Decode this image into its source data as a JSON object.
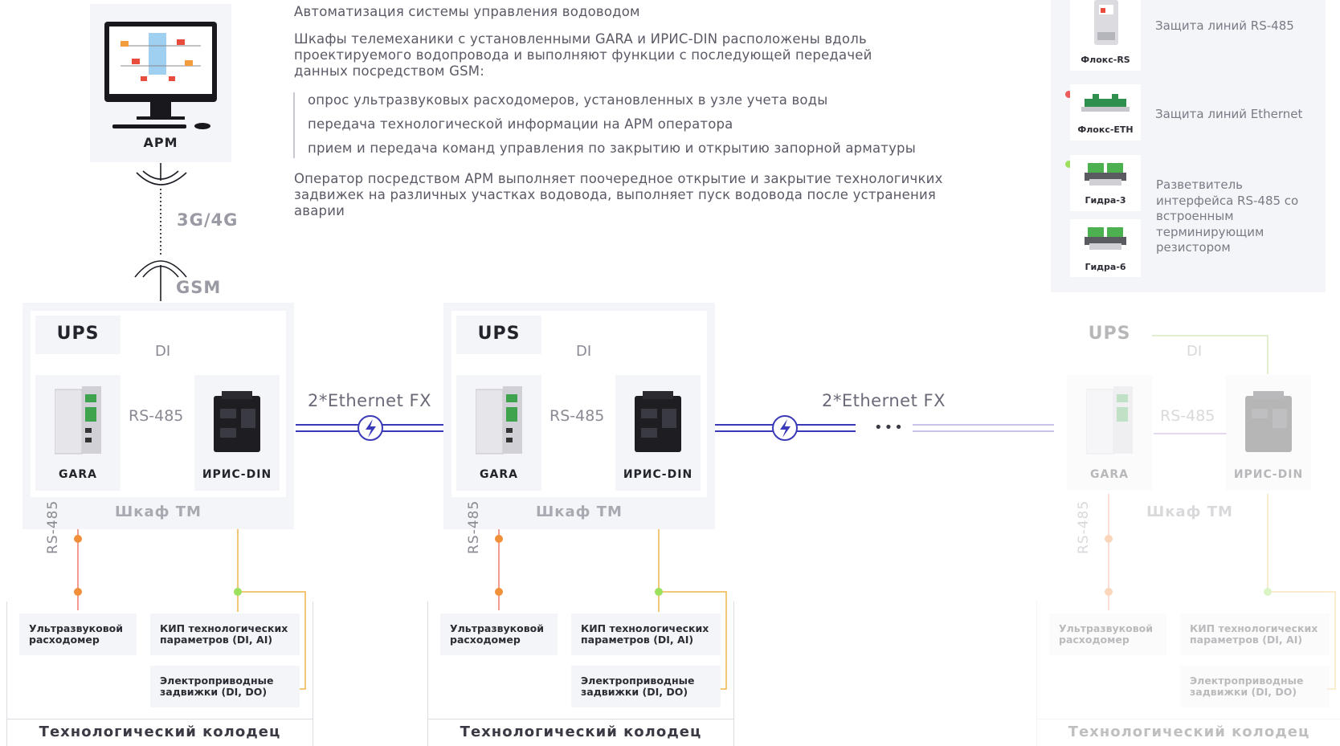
{
  "workstation": {
    "label": "АРМ"
  },
  "link": {
    "cell": "3G/4G",
    "gsm": "GSM"
  },
  "description": {
    "title": "Автоматизация системы управления водоводом",
    "para1": "Шкафы телемеханики с установленными GARA и ИРИС-DIN расположены вдоль проектируемого водопровода и выполняют функции с последующей передачей данных посредством GSM:",
    "bullets": [
      "опрос ультразвуковых расходомеров, установленных в узле учета воды",
      "передача технологической информации на АРМ оператора",
      "прием и передача команд управления по закрытию и открытию запорной арматуры"
    ],
    "para2": "Оператор посредством АРМ выполняет поочередное открытие и закрытие технологичких задвижек на различных участках водовода, выполняет пуск водовода после устранения аварии"
  },
  "legend": {
    "items": [
      {
        "device": "Флокс-RS",
        "text": "Защита линий RS-485"
      },
      {
        "device": "Флокс-ETH",
        "text": "Защита линий Ethernet"
      },
      {
        "device": "Гидра-3",
        "text": ""
      },
      {
        "device": "Гидра-6",
        "text": ""
      }
    ],
    "splitter_text": "Разветвитель интерфейса RS-485 со встроенным терминирующим резистором"
  },
  "cabinet": {
    "ups": "UPS",
    "di": "DI",
    "rs485": "RS-485",
    "gara": "GARA",
    "iris": "ИРИС-DIN",
    "title": "Шкаф ТМ",
    "rs485_vertical": "RS-485"
  },
  "well": {
    "flowmeter": "Ультразвуковой расходомер",
    "kip": "КИП технологических параметров (DI, AI)",
    "valves": "Электроприводные задвижки (DI, DO)",
    "title": "Технологический колодец"
  },
  "network": {
    "ethernet1": "2*Ethernet FX",
    "ethernet2": "2*Ethernet FX",
    "ellipsis": "•••"
  },
  "colors": {
    "green": "#7dc24b",
    "purple": "#a77fd4",
    "orange": "#f0b44a",
    "red": "#ee7a6c",
    "blue": "#3a3ab8"
  }
}
